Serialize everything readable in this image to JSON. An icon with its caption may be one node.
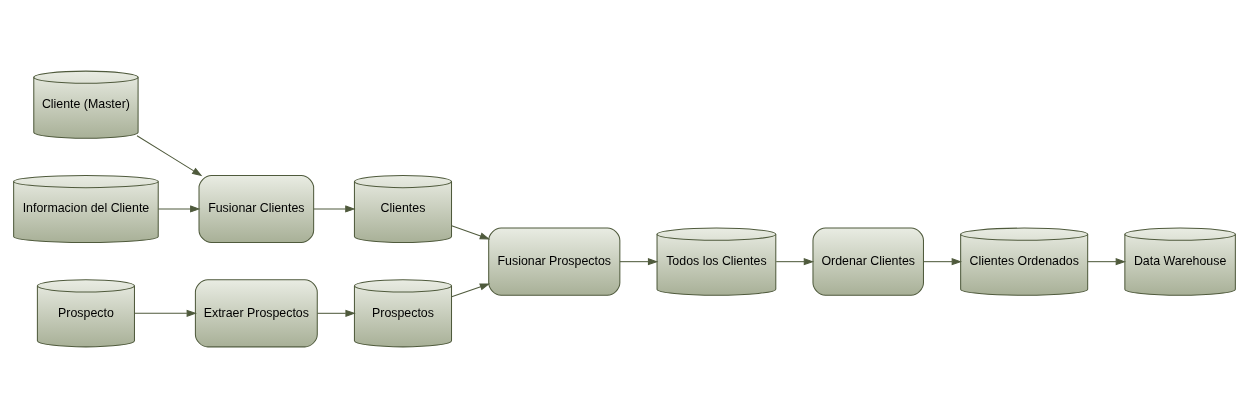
{
  "diagram": {
    "nodes": [
      {
        "text": [
          "Cliente (Master)"
        ]
      },
      {
        "text": [
          "Informacion del Cliente"
        ]
      },
      {
        "text": [
          "Prospecto"
        ]
      },
      {
        "text": [
          "Fusionar Clientes"
        ]
      },
      {
        "text": [
          "Extraer Prospectos"
        ]
      },
      {
        "text": [
          "Clientes"
        ]
      },
      {
        "text": [
          "Prospectos"
        ]
      },
      {
        "text": [
          "Fusionar Prospectos"
        ]
      },
      {
        "text": [
          "Todos los Clientes"
        ]
      },
      {
        "text": [
          "Ordenar Clientes"
        ]
      },
      {
        "text": [
          "Clientes Ordenados"
        ]
      },
      {
        "text": [
          "Data Warehouse"
        ]
      }
    ],
    "edges": [
      {
        "from": 0,
        "to": 3,
        "arrow": "to"
      },
      {
        "from": 1,
        "to": 3,
        "arrow": "to"
      },
      {
        "from": 3,
        "to": 5,
        "arrow": "to"
      },
      {
        "from": 2,
        "to": 4,
        "arrow": "to"
      },
      {
        "from": 4,
        "to": 6,
        "arrow": "to"
      },
      {
        "from": 5,
        "to": 7,
        "arrow": "to"
      },
      {
        "from": 6,
        "to": 7,
        "arrow": "to"
      },
      {
        "from": 7,
        "to": 8,
        "arrow": "to"
      },
      {
        "from": 8,
        "to": 9,
        "arrow": "to"
      },
      {
        "from": 9,
        "to": 10,
        "arrow": "to"
      },
      {
        "from": 10,
        "to": 11,
        "arrow": "to"
      }
    ]
  }
}
